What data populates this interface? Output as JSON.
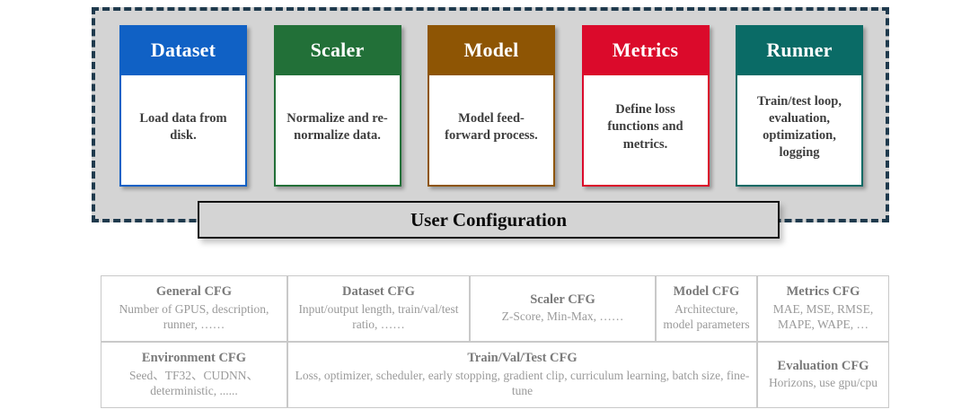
{
  "framework": {
    "modules": [
      {
        "name": "Dataset",
        "description": "Load data from disk.",
        "color": "#1061C5"
      },
      {
        "name": "Scaler",
        "description": "Normalize and re-normalize data.",
        "color": "#227038"
      },
      {
        "name": "Model",
        "description": "Model feed-forward process.",
        "color": "#8E5504"
      },
      {
        "name": "Metrics",
        "description": "Define loss functions and metrics.",
        "color": "#DB0A2B"
      },
      {
        "name": "Runner",
        "description": "Train/test loop, evaluation, optimization, logging",
        "color": "#0A6B66"
      }
    ],
    "panel_background": "#D4D4D4",
    "panel_border_color": "#1F3A4D"
  },
  "user_config": {
    "label": "User Configuration",
    "background": "#D4D4D4",
    "border_color": "#111111"
  },
  "cfg_table": {
    "row1": [
      {
        "title": "General CFG",
        "desc": "Number of GPUS, description, runner, ……"
      },
      {
        "title": "Dataset CFG",
        "desc": "Input/output length, train/val/test ratio, ……"
      },
      {
        "title": "Scaler CFG",
        "desc": "Z-Score, Min-Max, ……"
      },
      {
        "title": "Model CFG",
        "desc": "Architecture, model parameters"
      },
      {
        "title": "Metrics CFG",
        "desc": "MAE, MSE, RMSE, MAPE, WAPE, …"
      }
    ],
    "row2": [
      {
        "title": "Environment CFG",
        "desc": "Seed、TF32、CUDNN、deterministic, ......"
      },
      {
        "title": "Train/Val/Test CFG",
        "desc": "Loss, optimizer, scheduler, early stopping, gradient clip, curriculum learning, batch size, fine-tune"
      },
      {
        "title": "Evaluation CFG",
        "desc": "Horizons, use gpu/cpu"
      }
    ],
    "title_color": "#7A7A7A",
    "desc_color": "#9A9A9A",
    "border_color": "#C9C9C9"
  }
}
